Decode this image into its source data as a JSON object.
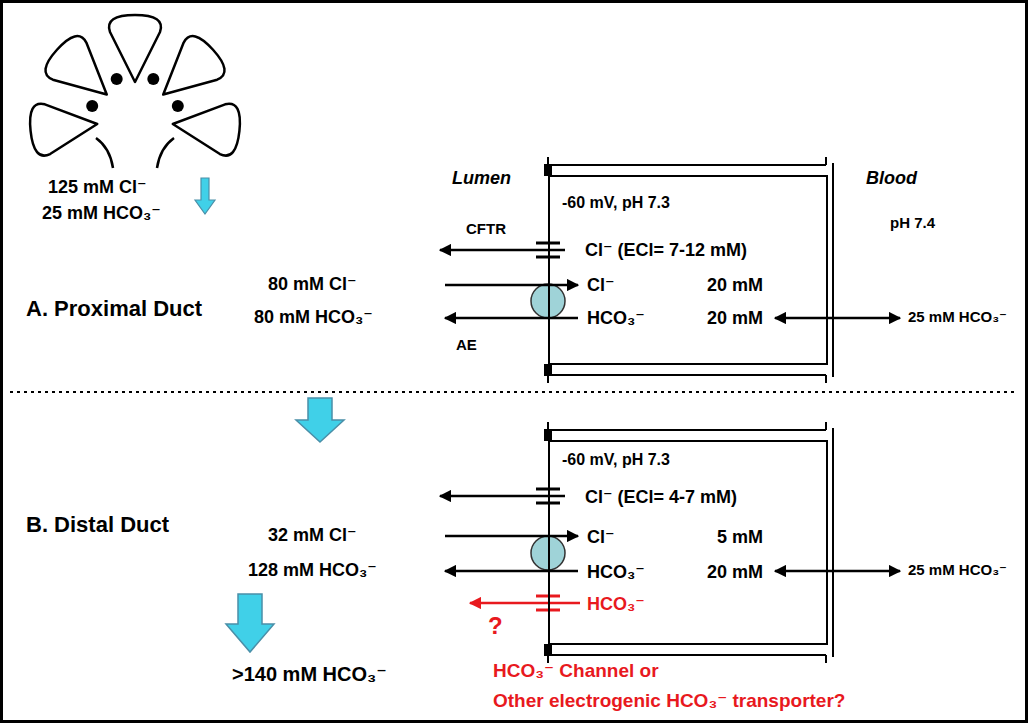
{
  "diagram": {
    "nodes": [
      {
        "text": [
          "-60 mV, pH 7.3",
          "Cl⁻ (ECl= 7-12 mM)",
          "Cl⁻",
          "20 mM",
          "HCO₃⁻",
          "20 mM"
        ]
      },
      {
        "text": [
          "-60 mV, pH 7.3",
          "Cl⁻ (ECl= 4-7 mM)",
          "Cl⁻",
          "5 mM",
          "HCO₃⁻",
          "20 mM",
          "HCO₃⁻"
        ]
      }
    ],
    "labels": [
      "125 mM Cl⁻",
      "25 mM HCO₃⁻",
      "Lumen",
      "Blood",
      "CFTR",
      "pH 7.4",
      "A. Proximal Duct",
      "80 mM Cl⁻",
      "80 mM HCO₃⁻",
      "AE",
      "25 mM HCO₃⁻",
      "B. Distal Duct",
      "32 mM Cl⁻",
      "128 mM HCO₃⁻",
      "25 mM HCO₃⁻",
      "?",
      ">140 mM HCO₃⁻",
      "HCO₃⁻ Channel or",
      "Other electrogenic HCO₃⁻ transporter?"
    ]
  }
}
